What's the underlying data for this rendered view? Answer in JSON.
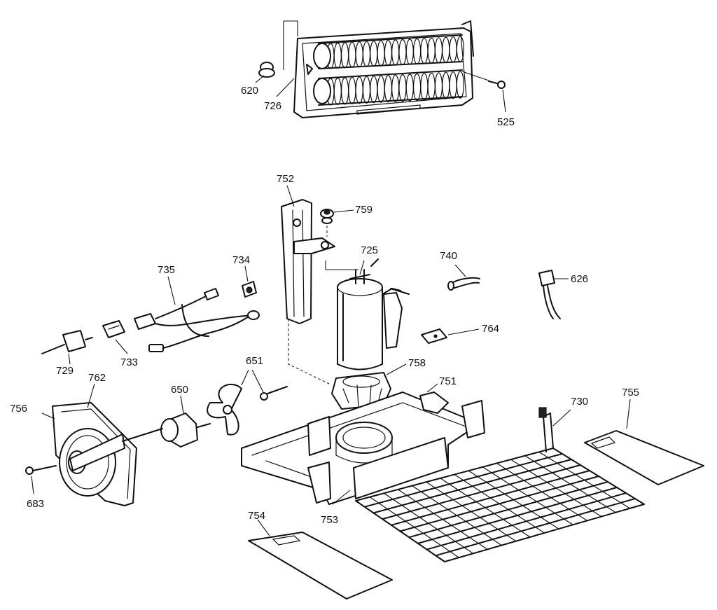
{
  "labels": {
    "l620": "620",
    "l726": "726",
    "l525": "525",
    "l752": "752",
    "l759": "759",
    "l725": "725",
    "l740": "740",
    "l626": "626",
    "l735": "735",
    "l734": "734",
    "l764": "764",
    "l729": "729",
    "l733": "733",
    "l762": "762",
    "l756": "756",
    "l651": "651",
    "l650": "650",
    "l758": "758",
    "l751": "751",
    "l730": "730",
    "l755": "755",
    "l683": "683",
    "l753": "753",
    "l754": "754"
  },
  "colors": {
    "ink": "#111111",
    "paper": "#ffffff"
  }
}
